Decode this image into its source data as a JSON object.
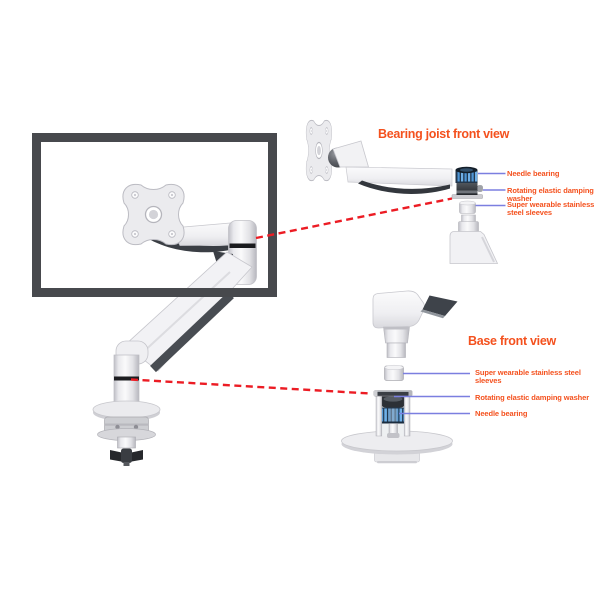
{
  "figure_type": "monitor-arm-exploded-parts-diagram",
  "colors": {
    "label_text": "#f4511e",
    "leader_line": "#7b7fe0",
    "callout_dash": "#ec1c24",
    "monitor_frame": "#47494d",
    "bearing_blue": "#549ad8",
    "bearing_navy": "#223850",
    "metal_white": "#f2f2f5"
  },
  "views": {
    "bearing_joist": {
      "title": "Bearing joist front view",
      "labels": [
        {
          "name": "needle-bearing",
          "lines": [
            "Needle bearing"
          ]
        },
        {
          "name": "rotating-elastic-damping-washer",
          "lines": [
            "Rotating elastic damping",
            "washer"
          ]
        },
        {
          "name": "super-wearable-stainless-steel-sleeves",
          "lines": [
            "Super wearable stainless",
            "steel sleeves"
          ]
        }
      ]
    },
    "base": {
      "title": "Base front view",
      "labels": [
        {
          "name": "super-wearable-stainless-steel-sleeves",
          "lines": [
            "Super wearable stainless steel",
            "sleeves"
          ]
        },
        {
          "name": "rotating-elastic-damping-washer",
          "lines": [
            "Rotating elastic damping washer"
          ]
        },
        {
          "name": "needle-bearing",
          "lines": [
            "Needle bearing"
          ]
        }
      ]
    }
  }
}
